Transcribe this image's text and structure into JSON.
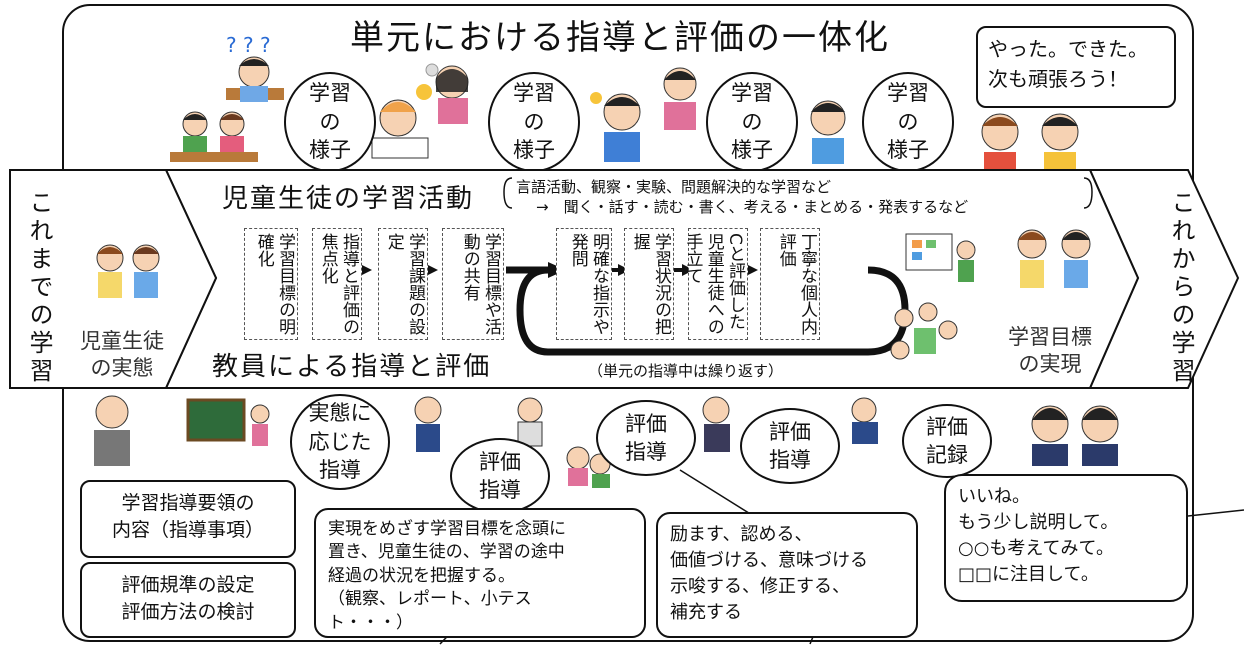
{
  "title": "単元における指導と評価の一体化",
  "top_speech": "やった。できた。\n次も頑張ろう！",
  "learning_bubble": "学習\nの\n様子",
  "left_arrow": {
    "text": "これまでの学習"
  },
  "right_arrow": {
    "text": "これからの学習"
  },
  "left_label": "児童生徒\nの実態",
  "right_label": "学習目標\nの実現",
  "student_activity": {
    "title": "児童生徒の学習活動",
    "note1": "言語活動、観察・実験、問題解決的な学習など",
    "note2": "→　聞く・話す・読む・書く、考える・まとめる・発表するなど"
  },
  "teacher_label": "教員による指導と評価",
  "repeat_label": "単元の指導中は繰り返す",
  "steps": [
    "学習目標の明確化",
    "指導と評価の焦点化",
    "学習課題の設定",
    "学習目標や活動の共有",
    "明確な指示や発問",
    "学習状況の把握",
    "Cと評価した児童生徒への手立て",
    "丁寧な個人内評価"
  ],
  "bottom_bubbles": {
    "guidance": "実態に\n応じた\n指導",
    "eval1": "評価\n指導",
    "eval2": "評価\n指導",
    "eval3": "評価\n指導",
    "record": "評価\n記録"
  },
  "boxes": {
    "curriculum": "学習指導要領の\n内容（指導事項）",
    "criteria": "評価規準の設定\n評価方法の検討",
    "grasp": "実現をめざす学習目標を念頭に\n置き、児童生徒の、学習の途中\n経過の状況を把握する。\n（観察、レポート、小テス\nト・・・）",
    "support": "励ます、認める、\n価値づける、意味づける\n示唆する、修正する、\n補充する",
    "feedback": "いいね。\nもう少し説明して。\n○○も考えてみて。\n□□に注目して。"
  }
}
